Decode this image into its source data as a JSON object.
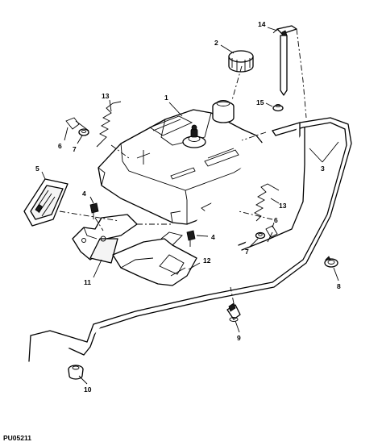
{
  "figure_id": "PU05211",
  "callouts": {
    "c1": "1",
    "c2": "2",
    "c3": "3",
    "c4a": "4",
    "c4b": "4",
    "c5": "5",
    "c6a": "6",
    "c6b": "6",
    "c7a": "7",
    "c7b": "7",
    "c8": "8",
    "c9": "9",
    "c10": "10",
    "c11": "11",
    "c12": "12",
    "c13a": "13",
    "c13b": "13",
    "c14": "14",
    "c15": "15"
  }
}
